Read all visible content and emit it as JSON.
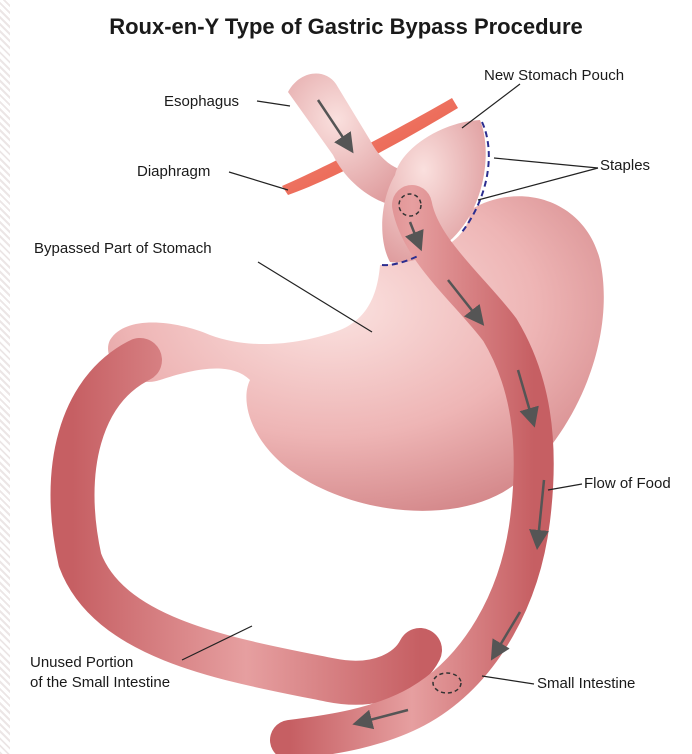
{
  "title": "Roux-en-Y Type of Gastric Bypass Procedure",
  "labels": {
    "new_stomach_pouch": "New Stomach Pouch",
    "esophagus": "Esophagus",
    "staples": "Staples",
    "diaphragm": "Diaphragm",
    "bypassed_stomach": "Bypassed Part of Stomach",
    "flow_of_food": "Flow of Food",
    "unused_portion_line1": "Unused Portion",
    "unused_portion_line2": "of the Small Intestine",
    "small_intestine": "Small Intestine"
  },
  "colors": {
    "stomach_fill": "#eaa9aa",
    "stomach_highlight": "#f7d6d4",
    "intestine_fill": "#d9787b",
    "diaphragm": "#ef6a58",
    "staples": "#2b2d8f",
    "arrow": "#555555"
  }
}
